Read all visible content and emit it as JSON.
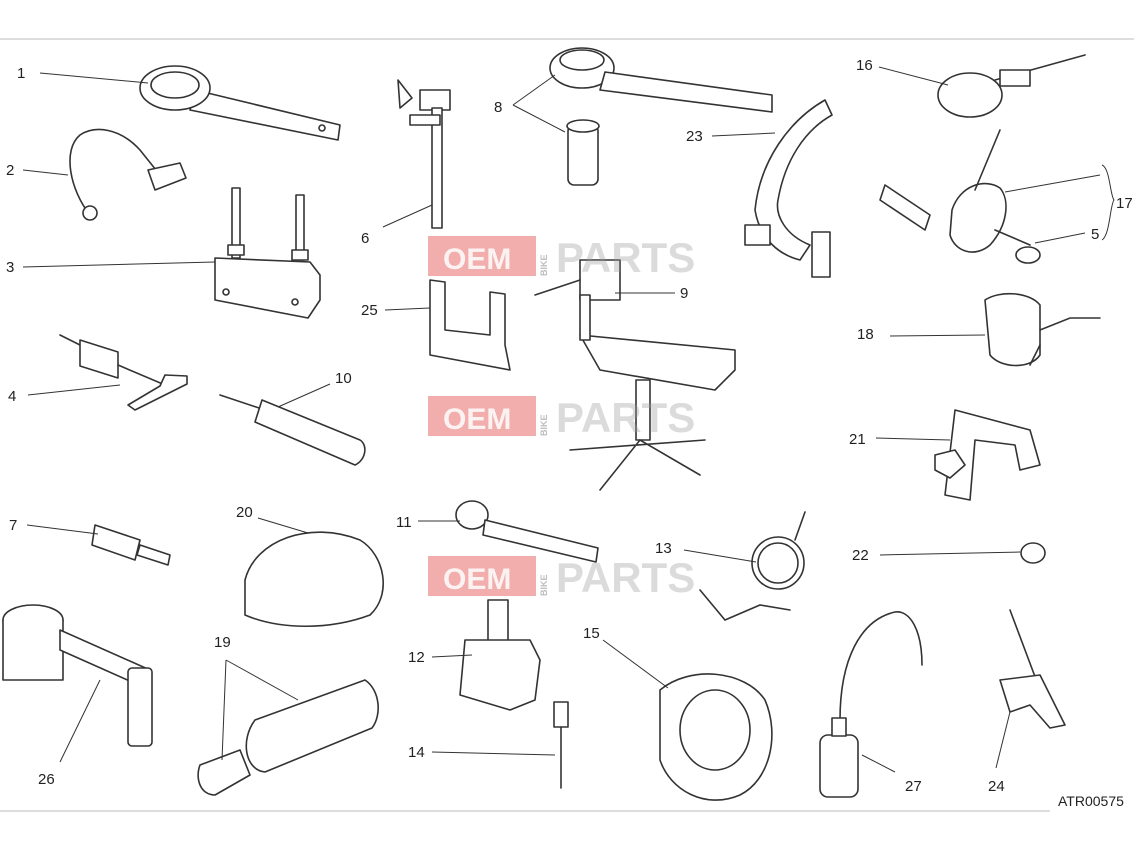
{
  "diagram": {
    "code": "ATR00575",
    "labels": [
      "1",
      "2",
      "3",
      "4",
      "5",
      "6",
      "7",
      "8",
      "9",
      "10",
      "11",
      "12",
      "13",
      "14",
      "15",
      "16",
      "17",
      "18",
      "19",
      "20",
      "21",
      "22",
      "23",
      "24",
      "25",
      "26",
      "27"
    ]
  },
  "watermark": {
    "brand": "OEM",
    "word": "BIKE",
    "suffix": "PARTS"
  },
  "colors": {
    "watermark": "#e24a4a"
  }
}
